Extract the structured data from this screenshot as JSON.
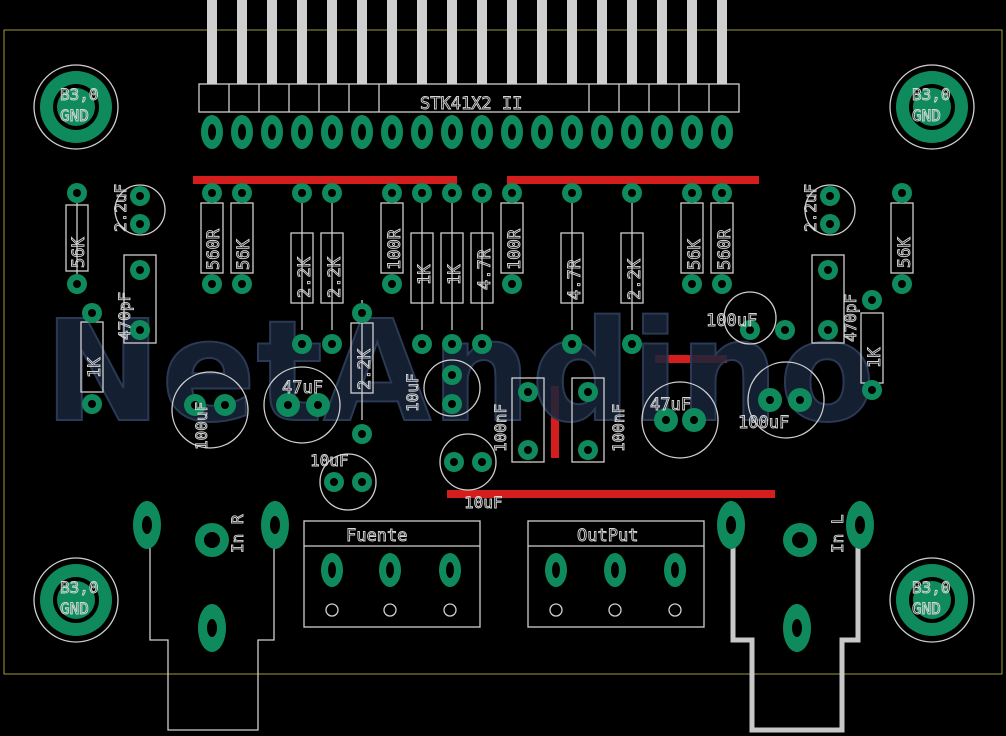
{
  "board": {
    "ic_label": "STK41X2 II",
    "watermark": "NetAndino",
    "mount_holes": [
      {
        "value": "B3,0",
        "net": "GND"
      },
      {
        "value": "B3,0",
        "net": "GND"
      },
      {
        "value": "B3,0",
        "net": "GND"
      },
      {
        "value": "B3,0",
        "net": "GND"
      }
    ],
    "connectors": {
      "power": "Fuente",
      "output": "OutPut",
      "input_left": "In L",
      "input_right": "In R"
    },
    "components": {
      "c_2_2uF": "2.2uF",
      "c_470pF": "470pF",
      "r_56k": "56K",
      "r_560r": "560R",
      "r_2_2k": "2.2K",
      "r_100r": "100R",
      "r_1k": "1K",
      "r_4_7r": "4.7R",
      "c_100uF": "100uF",
      "c_47uF": "47uF",
      "c_10uF": "10uF",
      "c_100nF": "100nF",
      "c_10uF_b": "10uF"
    }
  },
  "colors": {
    "background": "#000000",
    "pad": "#0f8a5c",
    "trace": "#d41d1d",
    "silkscreen": "#d8d8d8",
    "outline": "#9a9a3a",
    "watermark": "#1a2a44"
  }
}
